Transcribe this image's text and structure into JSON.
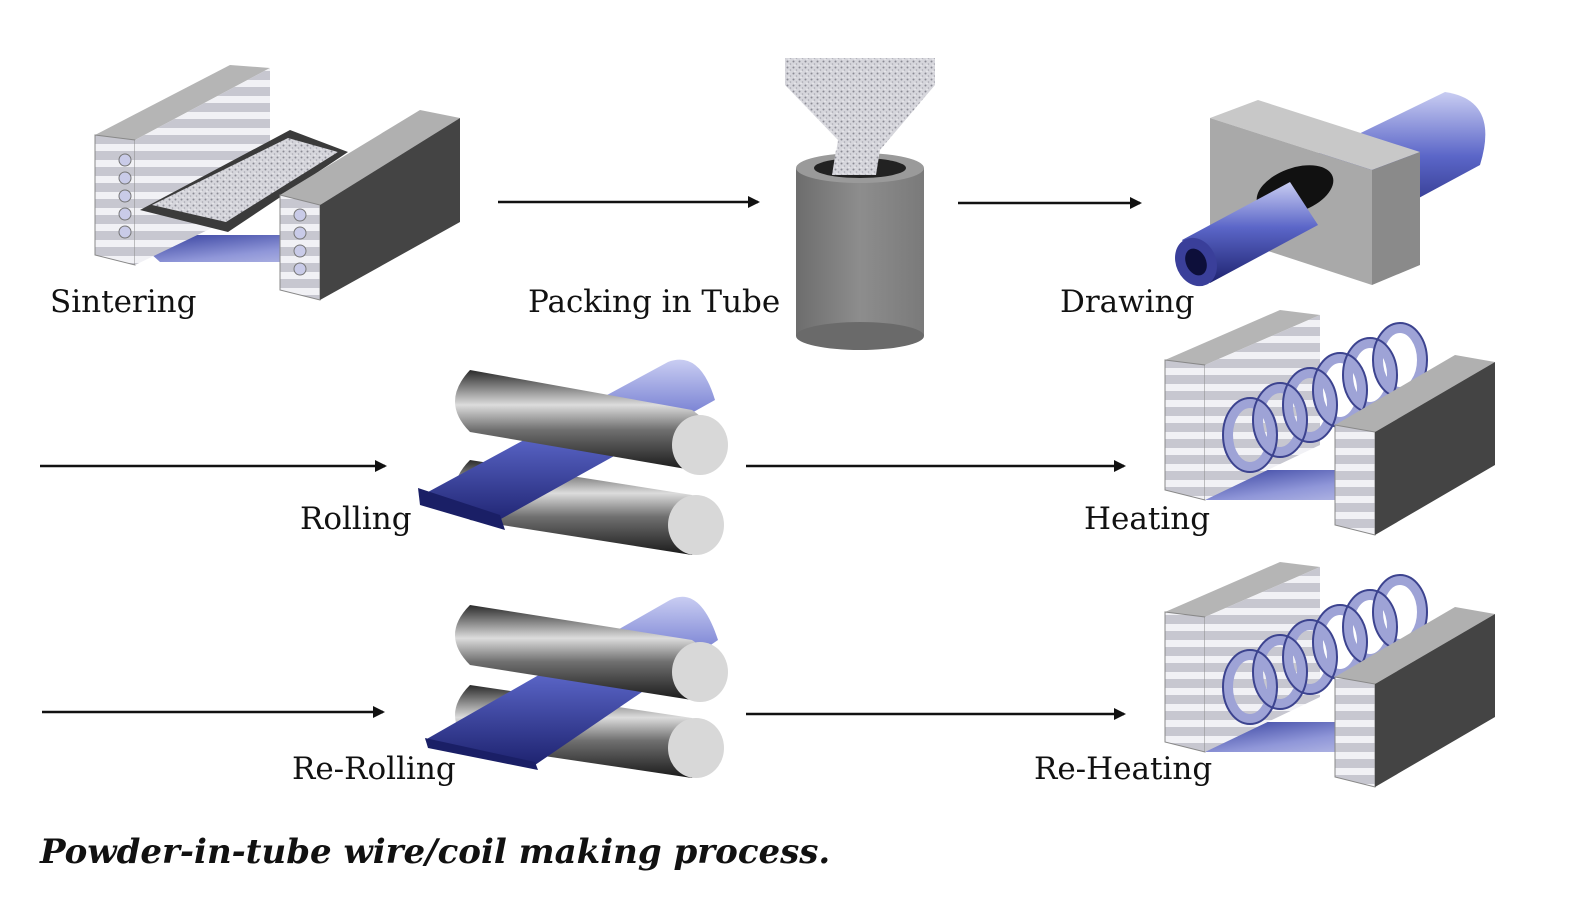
{
  "steps": {
    "sintering": "Sintering",
    "packing": "Packing in Tube",
    "drawing": "Drawing",
    "rolling": "Rolling",
    "heating": "Heating",
    "rerolling": "Re-Rolling",
    "reheating": "Re-Heating"
  },
  "caption": "Powder-in-tube wire/coil making process.",
  "colors": {
    "blue_tube": "#5b66c8",
    "furnace_gray": "#7d7d7d",
    "roller_dark": "#3a3a3a",
    "arrow": "#111111"
  }
}
